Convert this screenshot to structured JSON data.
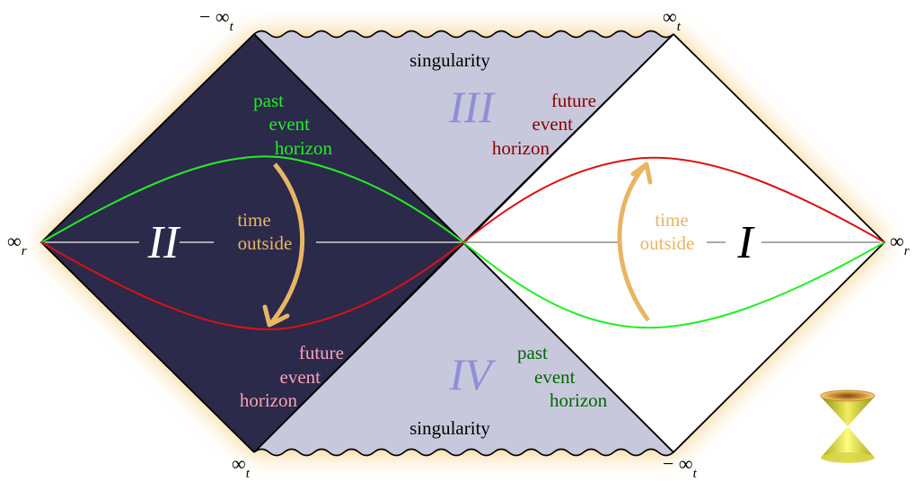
{
  "labels": {
    "top_singularity": "singularity",
    "bottom_singularity": "singularity",
    "region_I": "I",
    "region_II": "II",
    "region_III": "III",
    "region_IV": "IV",
    "time_outside_left_1": "time",
    "time_outside_left_2": "outside",
    "time_outside_right_1": "time",
    "time_outside_right_2": "outside",
    "past_horizon_tl": [
      "past",
      "event",
      "horizon"
    ],
    "future_horizon_tr": [
      "future",
      "event",
      "horizon"
    ],
    "future_horizon_bl": [
      "future",
      "event",
      "horizon"
    ],
    "past_horizon_br": [
      "past",
      "event",
      "horizon"
    ]
  },
  "corners": {
    "top_left": {
      "prefix": "− ∞",
      "sub": "t"
    },
    "top_right": {
      "prefix": "∞",
      "sub": "t"
    },
    "bottom_left": {
      "prefix": "∞",
      "sub": "t"
    },
    "bottom_right": {
      "prefix": "− ∞",
      "sub": "t"
    },
    "left": {
      "prefix": "∞",
      "sub": "r"
    },
    "right": {
      "prefix": "∞",
      "sub": "r"
    }
  },
  "colors": {
    "region_II_fill": "#2b2a4a",
    "region_III_IV_fill": "#c8c8dc",
    "region_I_fill": "#ffffff",
    "glow": "#f2b94a",
    "green_curve": "#22ee22",
    "red_curve": "#dd1111",
    "arrow": "#e8b565",
    "roman_numeral": "#8f8fd8",
    "dark_red_text": "#880000",
    "dark_green_text": "#006600",
    "pink_text": "#f7a3b5",
    "bright_green_text": "#22ee22"
  },
  "icons": {
    "light_cone": "light-cone-icon"
  }
}
